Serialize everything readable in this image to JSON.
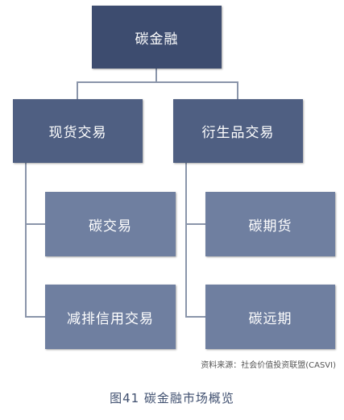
{
  "diagram": {
    "root": "碳金融",
    "branches": [
      {
        "label": "现货交易",
        "children": [
          "碳交易",
          "减排信用交易"
        ]
      },
      {
        "label": "衍生品交易",
        "children": [
          "碳期货",
          "碳远期"
        ]
      }
    ]
  },
  "source": "资料来源：社会价值投资联盟(CASVI)",
  "caption": "图41   碳金融市场概览",
  "colors": {
    "root_box": "#3d4c6f",
    "branch_box": "#4f5f82",
    "leaf_box": "#6f7fa0",
    "connector": "#8a95aa",
    "caption_text": "#3f4f6f"
  }
}
